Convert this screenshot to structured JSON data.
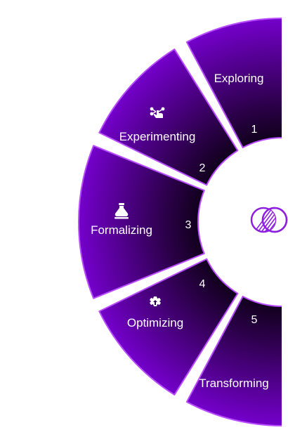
{
  "diagram": {
    "colors": {
      "segment_outer": "#7a00d6",
      "segment_inner": "#000000",
      "border": "#b84cff",
      "background": "#ffffff",
      "center_icon": "#8d1fe0"
    },
    "stages": [
      {
        "number": "1",
        "label": "Exploring",
        "icon": ""
      },
      {
        "number": "2",
        "label": "Experimenting",
        "icon": "hand-pointer-network-icon"
      },
      {
        "number": "3",
        "label": "Formalizing",
        "icon": "flask-icon"
      },
      {
        "number": "4",
        "label": "Optimizing",
        "icon": "gear-arrow-icon"
      },
      {
        "number": "5",
        "label": "Transforming",
        "icon": ""
      }
    ],
    "center": {
      "icon": "overlapping-circles-icon"
    }
  }
}
